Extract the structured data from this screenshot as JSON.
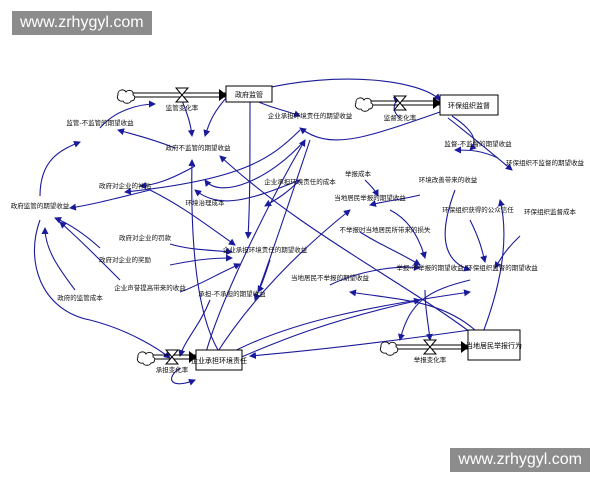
{
  "watermarks": {
    "top": "www.zrhygyl.com",
    "bottom": "www.zrhygyl.com"
  },
  "stocks": {
    "gov": "政府监管",
    "ngo": "环保组织监督",
    "firm": "企业承担环境责任",
    "resident": "当地居民举报行为"
  },
  "rates": {
    "gov": "监管变化率",
    "ngo": "监督变化率",
    "firm": "承担变化率",
    "resident": "举报变化率"
  },
  "aux": {
    "a1": "企业承担环境责任的期望收益",
    "a2": "监管-不监管的期望收益",
    "a3": "政府不监管的期望收益",
    "a4": "政府对企业的补贴",
    "a5": "环境治理成本",
    "a6": "企业承担环境责任的成本",
    "a7": "政府监管的期望收益",
    "a8": "政府对企业的罚款",
    "a9": "政府对企业的奖励",
    "a10": "企业承担环境责任的期望收益",
    "a11": "企业声誉提高带来的收益",
    "a12": "承担-不承担的期望收益",
    "a13": "政府的监管成本",
    "a14": "举报成本",
    "a15": "当地居民举报的期望收益",
    "a16": "环境改善带来的收益",
    "a17": "不举报时当地居民所带来的损失",
    "a18": "当地居民不举报的期望收益",
    "a19": "举报-不举报的期望收益",
    "a20": "监督-不监督的期望收益",
    "a21": "环保组织不监督的期望收益",
    "a22": "环保组织获得的公众信任",
    "a23": "环保组织监督成本",
    "a24": "环保组织监督的期望收益"
  }
}
